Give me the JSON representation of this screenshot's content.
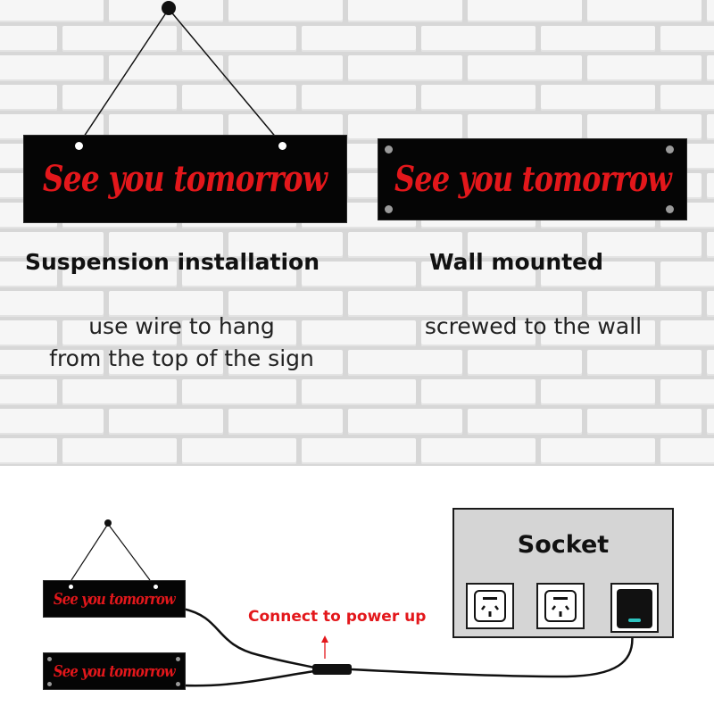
{
  "sign_text": "See you tomorrow",
  "installation": {
    "suspension": {
      "title": "Suspension installation",
      "line1": "use wire to hang",
      "line2": "from the top of the sign"
    },
    "wall": {
      "title": "Wall mounted",
      "line1": "screwed to the wall"
    }
  },
  "wiring": {
    "socket_label": "Socket",
    "connect_label": "Connect to power up",
    "arrow_glyph": "↑"
  },
  "colors": {
    "sign_background": "#050505",
    "sign_text": "#e3171b",
    "accent_red": "#e3171b",
    "wall_mortar": "#d7d7d7",
    "brick": "#f6f6f6",
    "socket_panel": "#d5d5d5",
    "plug_led": "#2ec4c0"
  },
  "icons": [
    "hanging-nail-icon",
    "screw-icon",
    "outlet-icon",
    "plug-icon",
    "arrow-up-icon"
  ]
}
